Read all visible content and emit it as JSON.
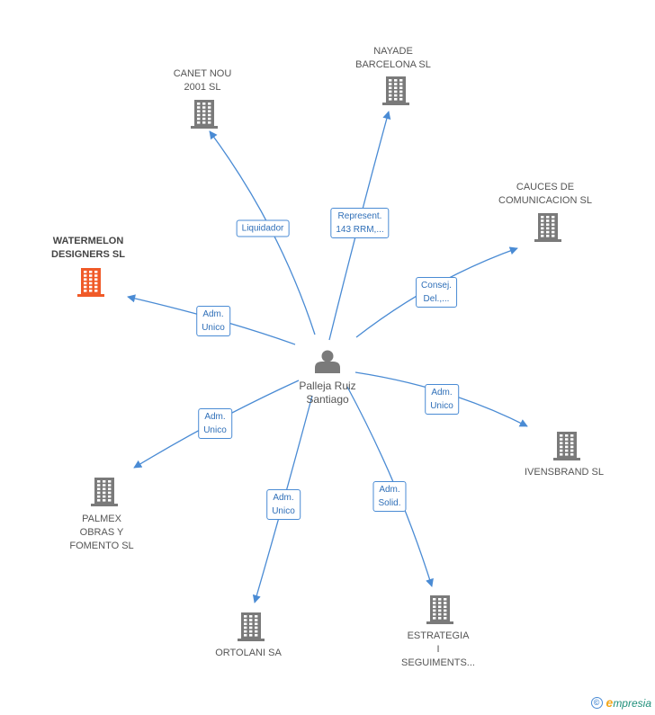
{
  "colors": {
    "edge": "#4a8bd4",
    "building": "#7a7a7a",
    "building_focus": "#f05a28",
    "person": "#7a7a7a"
  },
  "person": {
    "lines": [
      "Palleja Ruiz",
      "Santiago"
    ],
    "icon": "person-icon"
  },
  "companies": [
    {
      "id": "canet",
      "lines": [
        "CANET NOU",
        "2001 SL"
      ],
      "focus": false,
      "icon": "building-icon"
    },
    {
      "id": "nayade",
      "lines": [
        "NAYADE",
        "BARCELONA SL"
      ],
      "focus": false,
      "icon": "building-icon"
    },
    {
      "id": "cauces",
      "lines": [
        "CAUCES DE",
        "COMUNICACION SL"
      ],
      "focus": false,
      "icon": "building-icon"
    },
    {
      "id": "watermelon",
      "lines": [
        "WATERMELON",
        "DESIGNERS SL"
      ],
      "focus": true,
      "icon": "building-icon"
    },
    {
      "id": "ivensbrand",
      "lines": [
        "IVENSBRAND SL"
      ],
      "focus": false,
      "icon": "building-icon"
    },
    {
      "id": "palmex",
      "lines": [
        "PALMEX",
        "OBRAS Y",
        "FOMENTO SL"
      ],
      "focus": false,
      "icon": "building-icon"
    },
    {
      "id": "ortolani",
      "lines": [
        "ORTOLANI SA"
      ],
      "focus": false,
      "icon": "building-icon"
    },
    {
      "id": "estrategia",
      "lines": [
        "ESTRATEGIA",
        "I",
        "SEGUIMENTS..."
      ],
      "focus": false,
      "icon": "building-icon"
    }
  ],
  "relations": [
    {
      "to": "canet",
      "lines": [
        "Liquidador"
      ]
    },
    {
      "to": "nayade",
      "lines": [
        "Represent.",
        "143 RRM,..."
      ]
    },
    {
      "to": "cauces",
      "lines": [
        "Consej.",
        "Del.,..."
      ]
    },
    {
      "to": "watermelon",
      "lines": [
        "Adm.",
        "Unico"
      ]
    },
    {
      "to": "ivensbrand",
      "lines": [
        "Adm.",
        "Unico"
      ]
    },
    {
      "to": "palmex",
      "lines": [
        "Adm.",
        "Unico"
      ]
    },
    {
      "to": "ortolani",
      "lines": [
        "Adm.",
        "Unico"
      ]
    },
    {
      "to": "estrategia",
      "lines": [
        "Adm.",
        "Solid."
      ]
    }
  ],
  "footer": {
    "copyright": "©",
    "brand_initial": "e",
    "brand_rest": "mpresia"
  }
}
